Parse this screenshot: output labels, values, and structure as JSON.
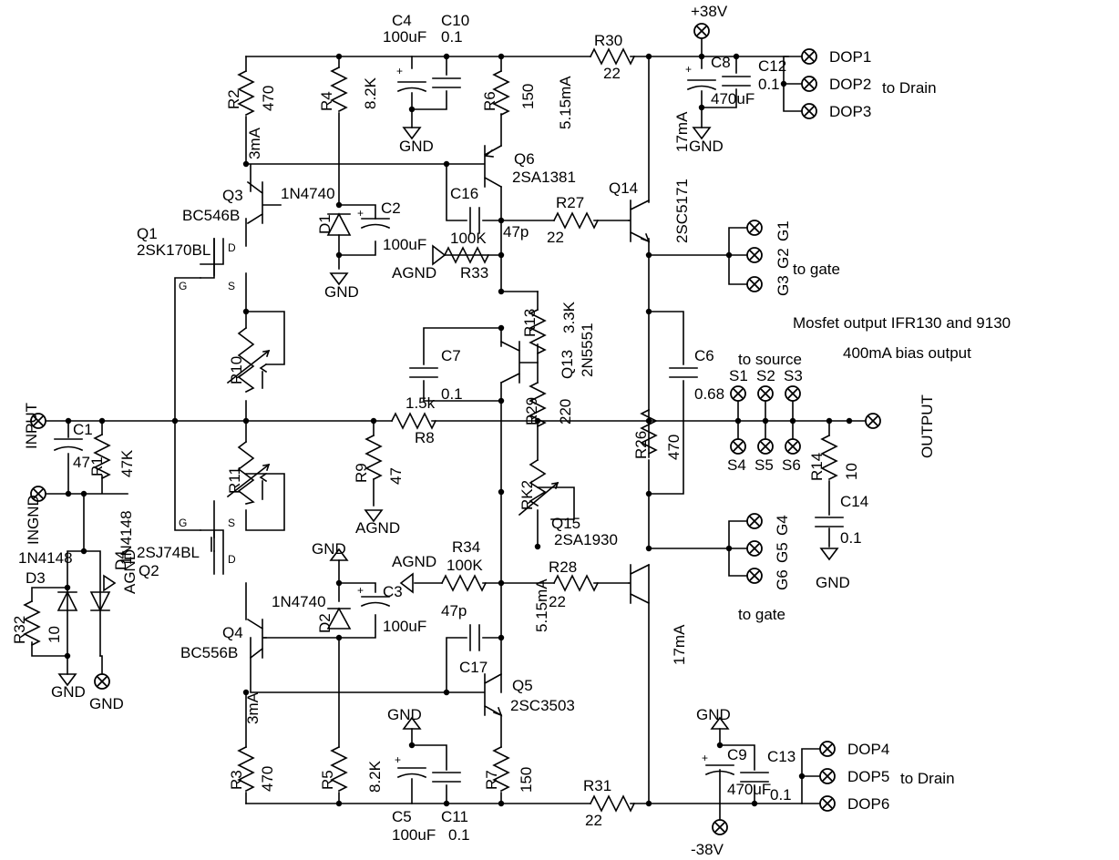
{
  "supply": {
    "pos": "+38V",
    "neg": "-38V"
  },
  "grounds": {
    "gnd": "GND",
    "agnd": "AGND",
    "ingnd": "INGND"
  },
  "io": {
    "input": "INPUT",
    "output": "OUTPUT"
  },
  "resistors": {
    "R2": {
      "ref": "R2",
      "value": "470"
    },
    "R3": {
      "ref": "R3",
      "value": "470"
    },
    "R4": {
      "ref": "R4",
      "value": "8.2K"
    },
    "R5": {
      "ref": "R5",
      "value": "8.2K"
    },
    "R6": {
      "ref": "R6",
      "value": "150"
    },
    "R7": {
      "ref": "R7",
      "value": "150"
    },
    "R30": {
      "ref": "R30",
      "value": "22"
    },
    "R31": {
      "ref": "R31",
      "value": "22"
    },
    "R27": {
      "ref": "R27",
      "value": "22"
    },
    "R28": {
      "ref": "R28",
      "value": "22"
    },
    "R33": {
      "ref": "R33",
      "value": "100K"
    },
    "R34": {
      "ref": "R34",
      "value": "100K"
    },
    "R13": {
      "ref": "R13",
      "value": "3.3K"
    },
    "R29": {
      "ref": "R29",
      "value": "220"
    },
    "R8": {
      "ref": "R8",
      "value": "1.5k"
    },
    "R9": {
      "ref": "R9",
      "value": "47"
    },
    "R10": {
      "ref": "R10"
    },
    "R11": {
      "ref": "R11"
    },
    "R12": {
      "ref": "RK2"
    },
    "R26": {
      "ref": "R26",
      "value": "470"
    },
    "R14": {
      "ref": "R14",
      "value": "10"
    },
    "R1": {
      "ref": "R1",
      "value": "47K"
    },
    "R32": {
      "ref": "R32",
      "value": "10"
    }
  },
  "capacitors": {
    "C4": {
      "ref": "C4",
      "value": "100uF"
    },
    "C10": {
      "ref": "C10",
      "value": "0.1"
    },
    "C8": {
      "ref": "C8",
      "value": "470uF"
    },
    "C12": {
      "ref": "C12",
      "value": "0.1"
    },
    "C16": {
      "ref": "C16",
      "value": "47p"
    },
    "C2": {
      "ref": "C2",
      "value": "100uF"
    },
    "C7": {
      "ref": "C7",
      "value": "0.1"
    },
    "C6": {
      "ref": "C6",
      "value": "0.68"
    },
    "C1": {
      "ref": "C1",
      "value": "47"
    },
    "C3": {
      "ref": "C3",
      "value": "100uF"
    },
    "C17": {
      "ref": "C17",
      "value": "47p"
    },
    "C5": {
      "ref": "C5",
      "value": "100uF"
    },
    "C11": {
      "ref": "C11",
      "value": "0.1"
    },
    "C9": {
      "ref": "C9",
      "value": "470uF"
    },
    "C13": {
      "ref": "C13",
      "value": "0.1"
    },
    "C14": {
      "ref": "C14",
      "value": "0.1"
    }
  },
  "transistors": {
    "Q1": {
      "ref": "Q1",
      "part": "2SK170BL"
    },
    "Q2": {
      "ref": "Q2",
      "part": "2SJ74BL"
    },
    "Q3": {
      "ref": "Q3",
      "part": "BC546B"
    },
    "Q4": {
      "ref": "Q4",
      "part": "BC556B"
    },
    "Q5": {
      "ref": "Q5",
      "part": "2SC3503"
    },
    "Q6": {
      "ref": "Q6",
      "part": "2SA1381"
    },
    "Q13": {
      "ref": "Q13",
      "part": "2N5551"
    },
    "Q14": {
      "ref": "Q14",
      "part": "2SC5171"
    },
    "Q15": {
      "ref": "Q15",
      "part": "2SA1930"
    }
  },
  "diodes": {
    "D1": {
      "ref": "D1",
      "part": "1N4740"
    },
    "D2": {
      "ref": "D2",
      "part": "1N4740"
    },
    "D3": {
      "ref": "D3",
      "part": "1N4148"
    },
    "D4": {
      "ref": "D4",
      "part": "1N4148"
    }
  },
  "currents": {
    "q3": "3mA",
    "q4": "3mA",
    "q6": "5.15mA",
    "q5": "5.15mA",
    "q14": "17mA",
    "q15": "17mA"
  },
  "pins": {
    "jfet_d": "D",
    "jfet_g": "G",
    "jfet_s": "S",
    "G": "G",
    "D": "D",
    "S": "S"
  },
  "connectors": {
    "dop": [
      "DOP1",
      "DOP2",
      "DOP3",
      "DOP4",
      "DOP5",
      "DOP6"
    ],
    "gate": [
      "G1",
      "G2",
      "G3",
      "G4",
      "G5",
      "G6"
    ],
    "source": [
      "S1",
      "S2",
      "S3",
      "S4",
      "S5",
      "S6"
    ]
  },
  "notes": {
    "to_drain": "to Drain",
    "to_gate": "to gate",
    "to_source": "to source",
    "mosfet": "Mosfet output IFR130 and 9130",
    "bias": "400mA bias output"
  }
}
